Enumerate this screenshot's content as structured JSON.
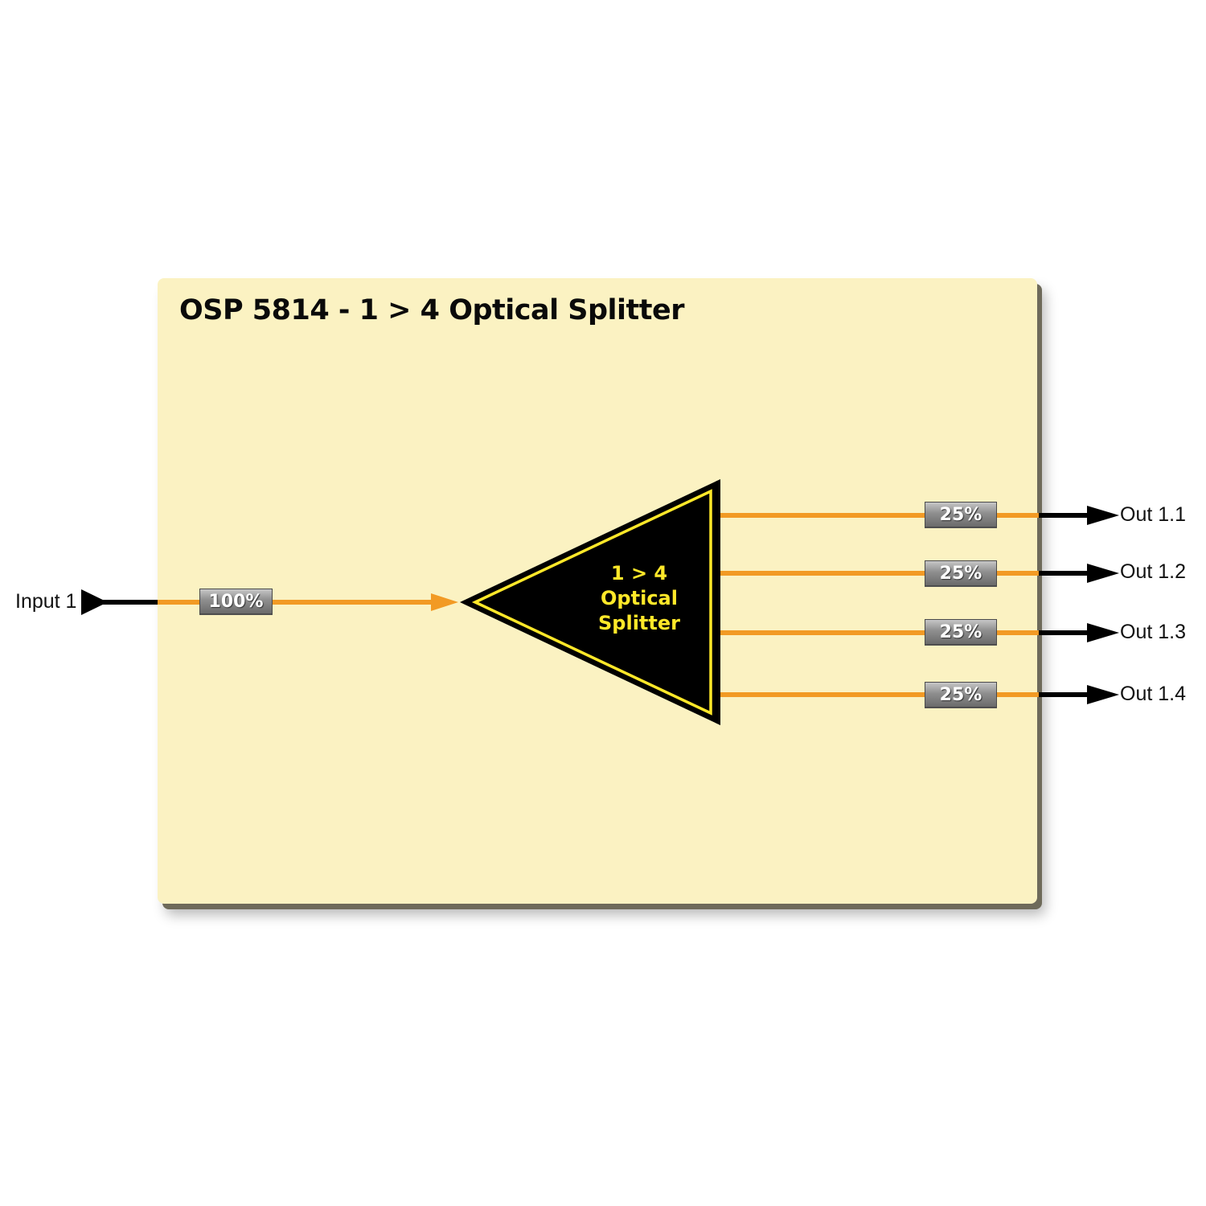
{
  "title": "OSP 5814 - 1 > 4 Optical Splitter",
  "input": {
    "label": "Input 1",
    "level": "100%"
  },
  "splitter": {
    "line1": "1 > 4",
    "line2": "Optical",
    "line3": "Splitter"
  },
  "outputs": [
    {
      "label": "Out 1.1",
      "level": "25%"
    },
    {
      "label": "Out 1.2",
      "level": "25%"
    },
    {
      "label": "Out 1.3",
      "level": "25%"
    },
    {
      "label": "Out 1.4",
      "level": "25%"
    }
  ],
  "colors": {
    "panel": "#fbf2c2",
    "fiber": "#f29a24",
    "splitter_fill": "#000000",
    "splitter_outline": "#ffe829",
    "badge": "#8e8e8e"
  }
}
